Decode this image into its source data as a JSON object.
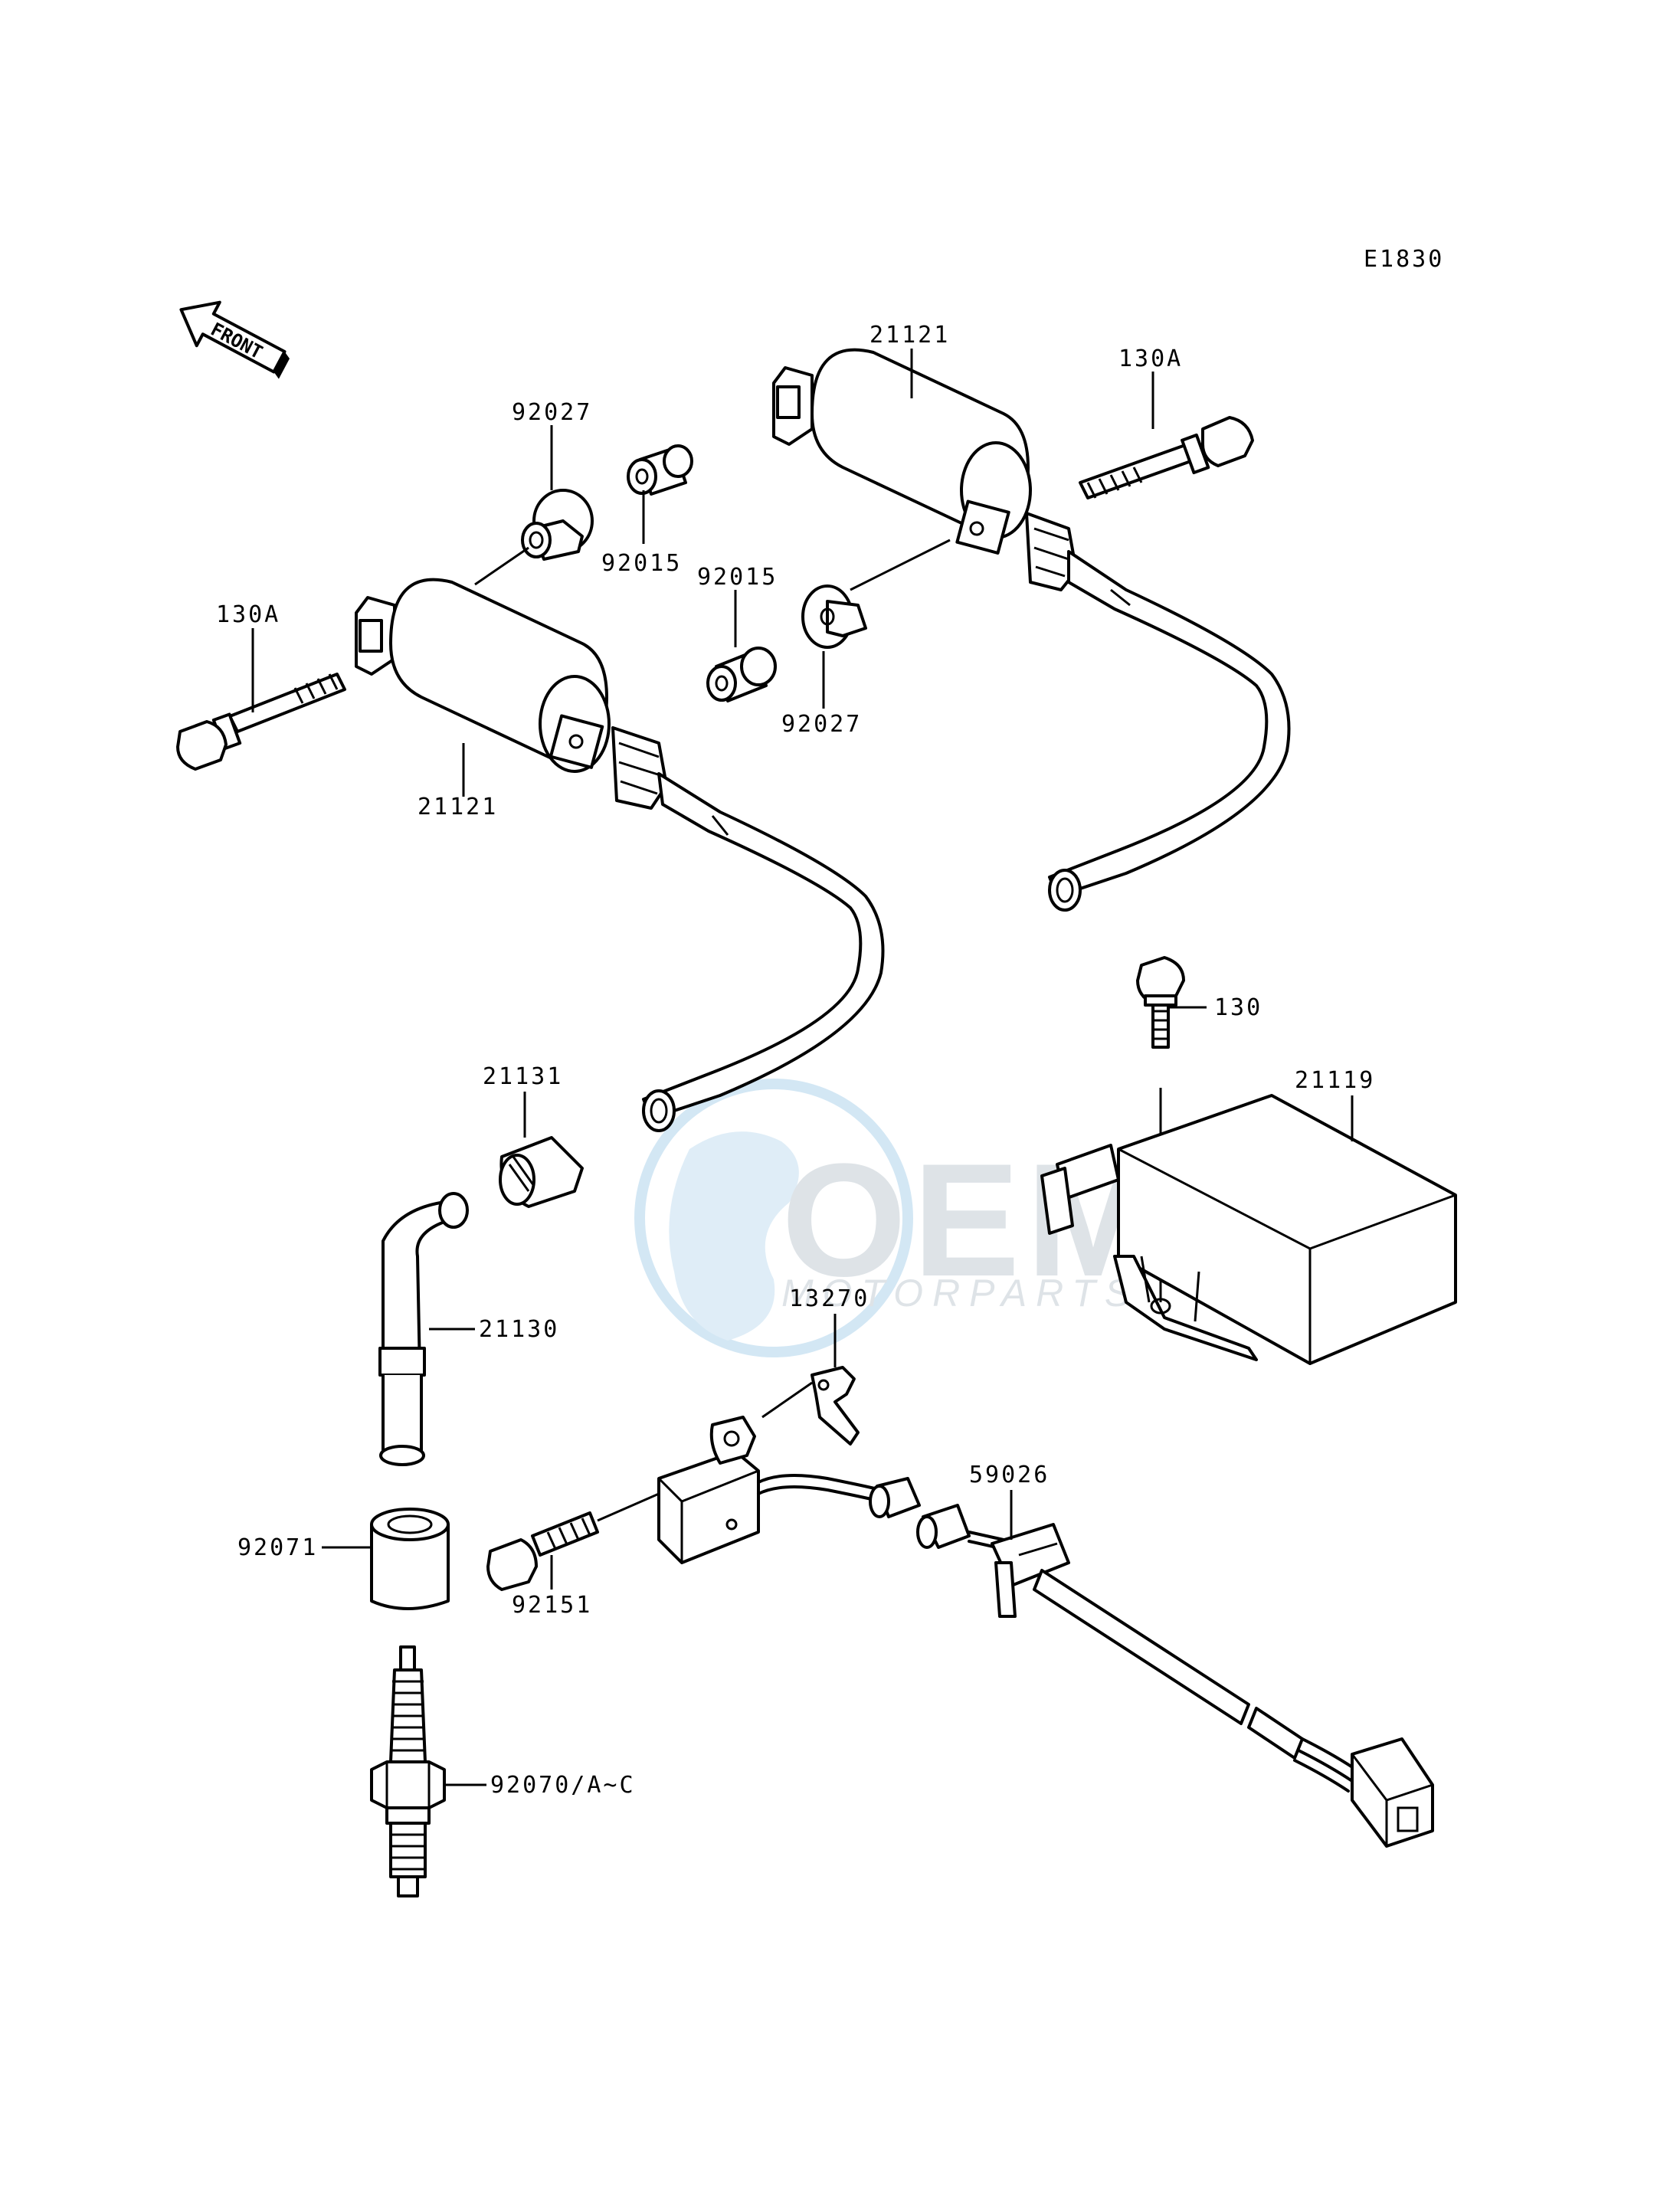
{
  "diagram": {
    "code": "E1830",
    "front_arrow_text": "FRONT",
    "part_labels": {
      "coil_right": "21121",
      "bolt_right": "130A",
      "grommet_left_top": "92027",
      "collar_left_top": "92015",
      "collar_mid": "92015",
      "grommet_mid": "92027",
      "bolt_left": "130A",
      "coil_left": "21121",
      "bolt_igniter": "130",
      "igniter": "21119",
      "cap": "21131",
      "plug_cap": "21130",
      "bracket": "13270",
      "clamp": "59026",
      "boot": "92071",
      "screw": "92151",
      "spark_plug": "92070/A~C"
    },
    "watermark": {
      "brand": "OEM",
      "sub": "MOTORPARTS",
      "accent": "#9ecbe8"
    }
  }
}
